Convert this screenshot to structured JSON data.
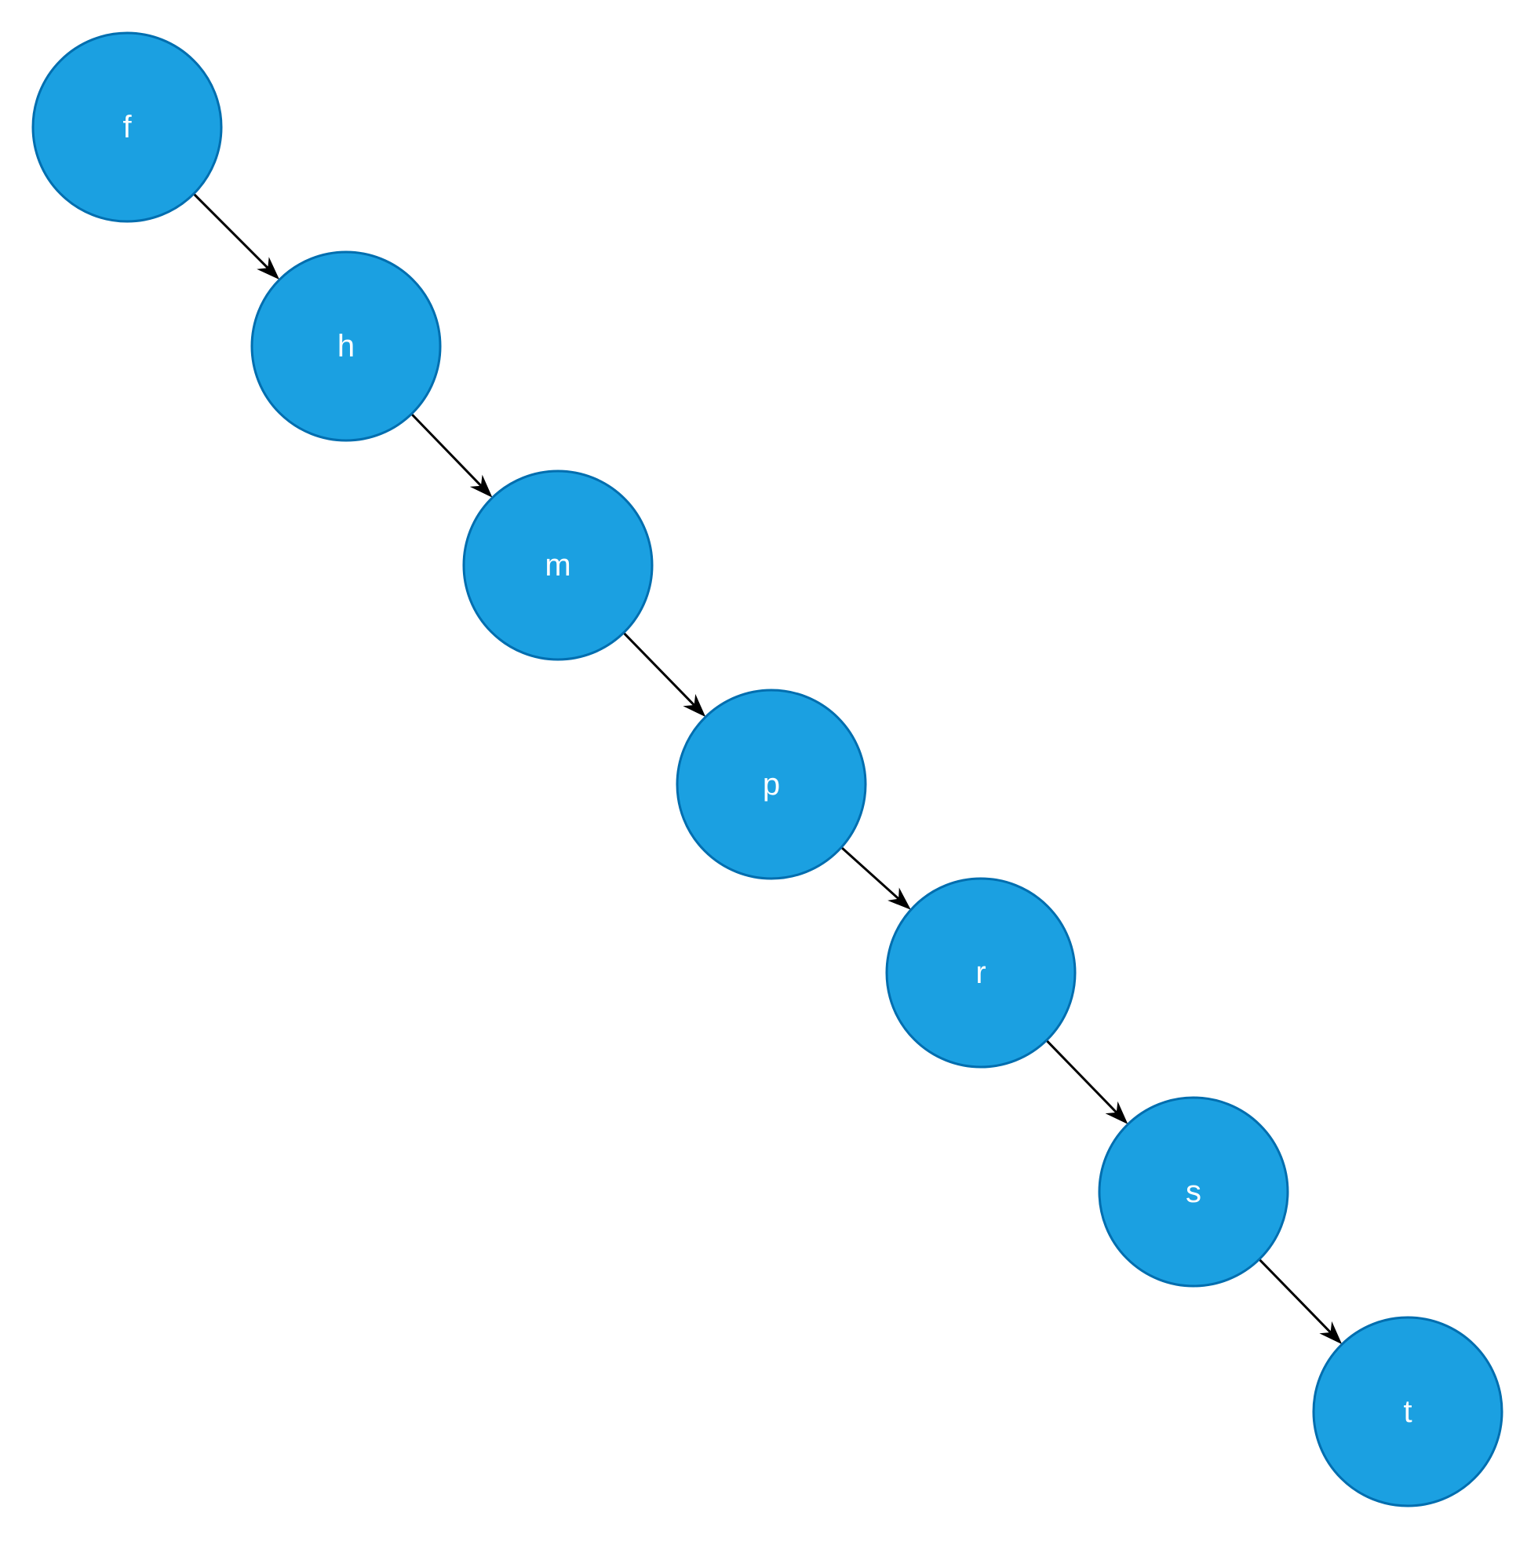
{
  "diagram": {
    "type": "linked-chain",
    "node_color": "#1ba0e1",
    "node_stroke": "#006eaf",
    "label_color": "#ffffff",
    "edge_color": "#000000",
    "nodes": [
      {
        "id": "f",
        "label": "f"
      },
      {
        "id": "h",
        "label": "h"
      },
      {
        "id": "m",
        "label": "m"
      },
      {
        "id": "p",
        "label": "p"
      },
      {
        "id": "r",
        "label": "r"
      },
      {
        "id": "s",
        "label": "s"
      },
      {
        "id": "t",
        "label": "t"
      }
    ],
    "edges": [
      {
        "from": "f",
        "to": "h"
      },
      {
        "from": "h",
        "to": "m"
      },
      {
        "from": "m",
        "to": "p"
      },
      {
        "from": "p",
        "to": "r"
      },
      {
        "from": "r",
        "to": "s"
      },
      {
        "from": "s",
        "to": "t"
      }
    ]
  }
}
